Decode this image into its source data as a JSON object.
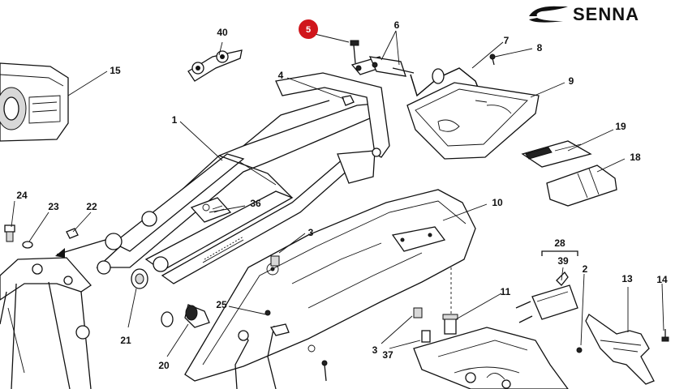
{
  "brand": {
    "name": "SENNA"
  },
  "highlight": {
    "label": "5",
    "color": "#d0161c"
  },
  "labels": {
    "p1": "1",
    "p2": "2",
    "p3a": "3",
    "p3b": "3",
    "p4": "4",
    "p6": "6",
    "p7": "7",
    "p8": "8",
    "p9": "9",
    "p10": "10",
    "p11": "11",
    "p13": "13",
    "p14": "14",
    "p15": "15",
    "p18": "18",
    "p19": "19",
    "p20": "20",
    "p21": "21",
    "p22": "22",
    "p23": "23",
    "p24": "24",
    "p25": "25",
    "p28": "28",
    "p36": "36",
    "p37": "37",
    "p39": "39",
    "p40": "40"
  }
}
